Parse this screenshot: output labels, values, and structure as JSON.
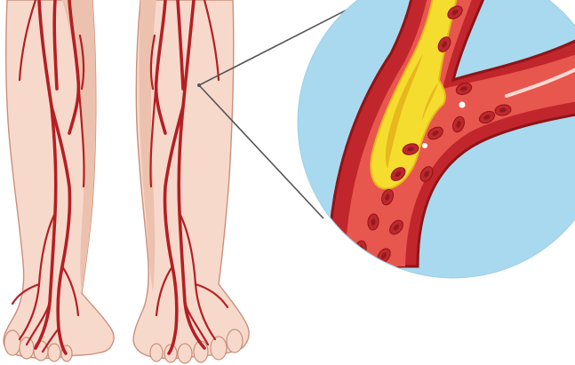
{
  "illustration": {
    "subject": "leg-arteries-with-plaque-magnification",
    "colors": {
      "background": "#ffffff",
      "skin": "#f7d9cc",
      "skin_shade": "#ecc1ae",
      "skin_outline": "#c9907a",
      "artery": "#b51f24",
      "artery_dark": "#8e1419",
      "circle_background": "#a9d9ef",
      "vessel_wall": "#c0262b",
      "vessel_inner": "#e8574e",
      "blood_cell": "#c0272c",
      "blood_cell_center": "#8f1b1f",
      "plaque": "#f5dd2f",
      "plaque_dark": "#e7b81c",
      "leader_line": "#555555"
    },
    "icons": [
      "left-leg",
      "right-leg",
      "magnifier-circle",
      "artery-cross-section",
      "plaque-buildup",
      "red-blood-cells",
      "leader-lines"
    ]
  }
}
